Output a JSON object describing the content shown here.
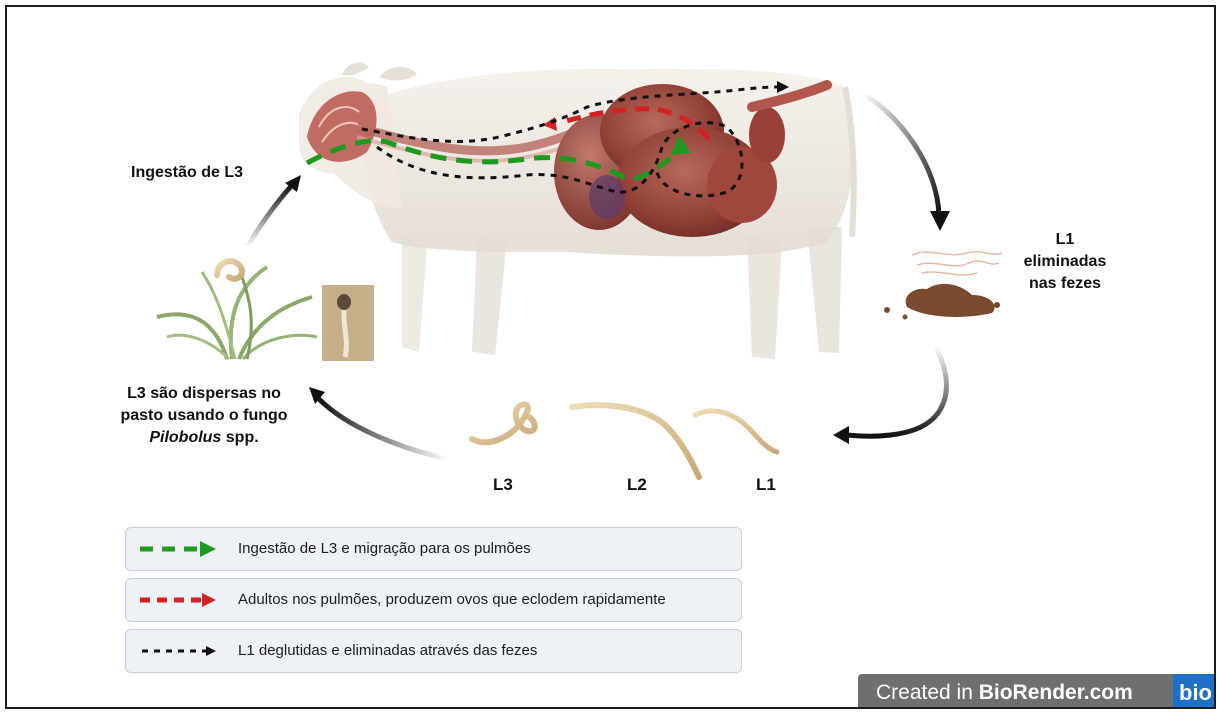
{
  "labels": {
    "ingestion": "Ingestão de L3",
    "l1_title": "L1",
    "l1_line1": "eliminadas",
    "l1_line2": "nas fezes",
    "disperse_line1": "L3 são dispersas no",
    "disperse_line2": "pasto usando o fungo",
    "disperse_genus": "Pilobolus",
    "disperse_suffix": " spp."
  },
  "stages": [
    "L3",
    "L2",
    "L1"
  ],
  "legend": [
    {
      "text": "Ingestão de L3 e migração para os pulmões",
      "color": "#1e9a1e",
      "style": "long-dash"
    },
    {
      "text": "Adultos nos pulmões, produzem ovos que eclodem rapidamente",
      "color": "#d42121",
      "style": "medium-dash"
    },
    {
      "text": "L1 deglutidas e eliminadas através das fezes",
      "color": "#111111",
      "style": "short-dash"
    }
  ],
  "badge": {
    "prefix": "Created in ",
    "brand": "BioRender.com",
    "logo": "bio"
  },
  "colors": {
    "green_path": "#1e9a1e",
    "red_path": "#d42121",
    "black_path": "#111111",
    "legend_bg": "#eef1f5",
    "badge_bg": "#6f6f6f",
    "logo_bg": "#1d6fc8"
  }
}
